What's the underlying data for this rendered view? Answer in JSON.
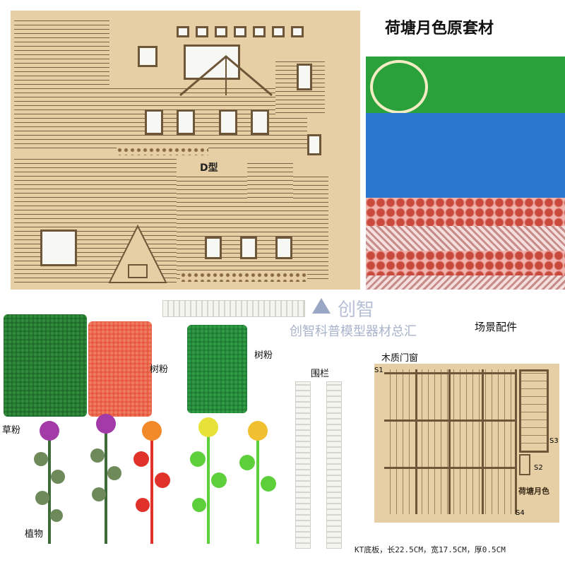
{
  "title": "荷塘月色原套材",
  "board_mark": "D型",
  "labels": {
    "scene": "场景配件",
    "wood_windows": "木质门窗",
    "fence": "围栏",
    "tree_powder_1": "树粉",
    "tree_powder_2": "树粉",
    "grass_powder": "草粉",
    "plants": "植物",
    "base_board": "KT底板，长22.5CM，宽17.5CM，厚0.5CM"
  },
  "watermark": {
    "logo_text": "创智",
    "company": "创智科普模型器材总汇"
  },
  "window_sheet": {
    "s1": "S1",
    "s2": "S2",
    "s3": "S3",
    "s4": "S4",
    "stamp": "荷塘月色"
  },
  "colors": {
    "grass_green": "#2aa13a",
    "water_blue": "#2b77d0",
    "brick_red": "#c94a3c",
    "wood": "#e6cfa4"
  }
}
